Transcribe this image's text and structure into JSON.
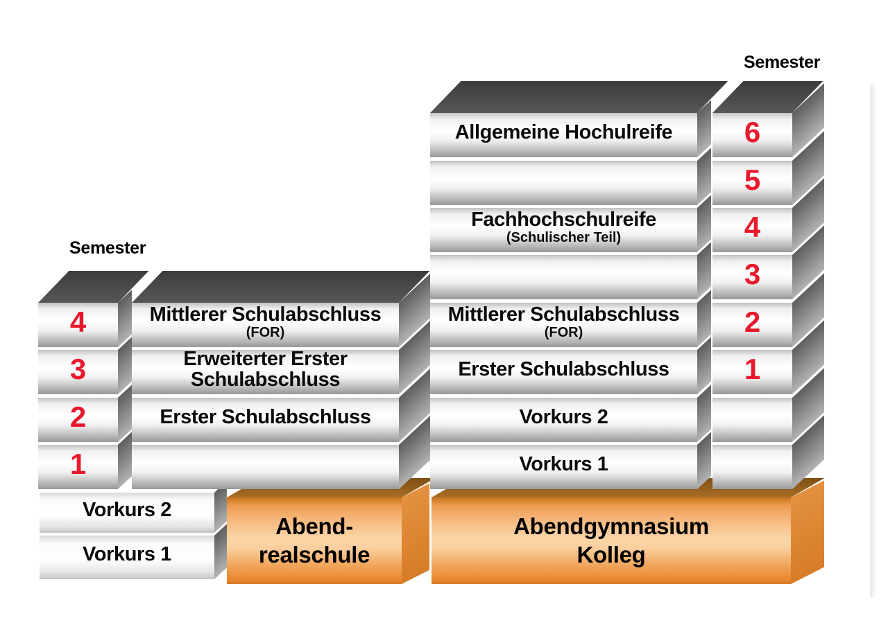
{
  "left_group": {
    "semester_label": "Semester",
    "semester_numbers": [
      "4",
      "3",
      "2",
      "1"
    ],
    "rows": [
      {
        "label": "Mittlerer Schulabschluss",
        "sub": "(FOR)"
      },
      {
        "label": "Erweiterter Erster\nSchulabschluss",
        "sub": ""
      },
      {
        "label": "Erster Schulabschluss",
        "sub": ""
      },
      {
        "label": "",
        "sub": ""
      }
    ],
    "vorkurs_rows": [
      "Vorkurs 2",
      "Vorkurs 1"
    ],
    "base_label": "Abend-\nrealschule"
  },
  "right_group": {
    "semester_label": "Semester",
    "semester_numbers": [
      "6",
      "5",
      "4",
      "3",
      "2",
      "1",
      "",
      ""
    ],
    "rows": [
      {
        "label": "Allgemeine Hochulreife",
        "sub": ""
      },
      {
        "label": "",
        "sub": ""
      },
      {
        "label": "Fachhochschulreife",
        "sub": "(Schulischer Teil)"
      },
      {
        "label": "",
        "sub": ""
      },
      {
        "label": "Mittlerer Schulabschluss",
        "sub": "(FOR)"
      },
      {
        "label": "Erster Schulabschluss",
        "sub": ""
      },
      {
        "label": "Vorkurs 2",
        "sub": ""
      },
      {
        "label": "Vorkurs 1",
        "sub": ""
      }
    ],
    "base_label": "Abendgymnasium\nKolleg"
  },
  "colors": {
    "accent_red": "#e8192c",
    "base_orange": "#f0953f",
    "block_top_dark": "#454545"
  }
}
